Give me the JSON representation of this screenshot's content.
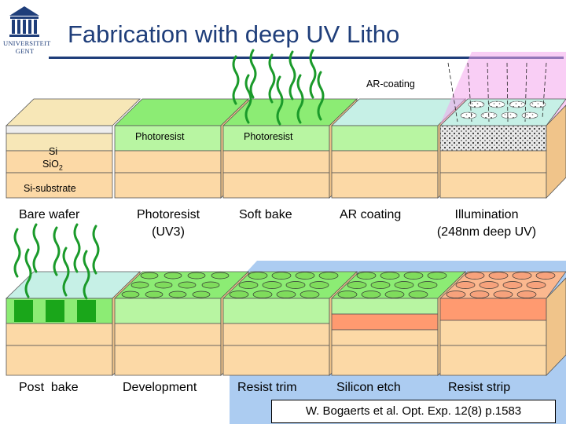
{
  "header": {
    "title": "Fabrication with deep UV Litho",
    "logo_line1": "UNIVERSITEIT",
    "logo_line2": "GENT"
  },
  "labels": {
    "ar_coating": "AR-coating",
    "photoresist_1": "Photoresist",
    "photoresist_2": "Photoresist",
    "si": "Si",
    "sio2": "SiO",
    "sio2_sub": "2",
    "si_substrate": "Si-substrate"
  },
  "steps_row1": [
    "Bare wafer",
    "Photoresist",
    "(UV3)",
    "Soft bake",
    "AR coating",
    "Illumination",
    "(248nm deep UV)"
  ],
  "steps_row2": [
    "Post  bake",
    "Development",
    "Resist trim",
    "Silicon etch",
    "Resist strip"
  ],
  "citation": "W. Bogaerts et al. Opt. Exp. 12(8) p.1583",
  "colors": {
    "title": "#1f3e7a",
    "substrate": "#fcd9a6",
    "oxide": "#f7e7b7",
    "resist": "#8cec74",
    "ar_coating": "#c6f0e6",
    "exposed": "#7fdc5c",
    "etched_silicon": "#ff9a70",
    "uv_beam": "#f4a6ec",
    "highlight_panel": "#9dc3ee"
  },
  "icons": [
    "university-logo-icon",
    "uv-wave-icon",
    "dotted-exposure-icon"
  ]
}
